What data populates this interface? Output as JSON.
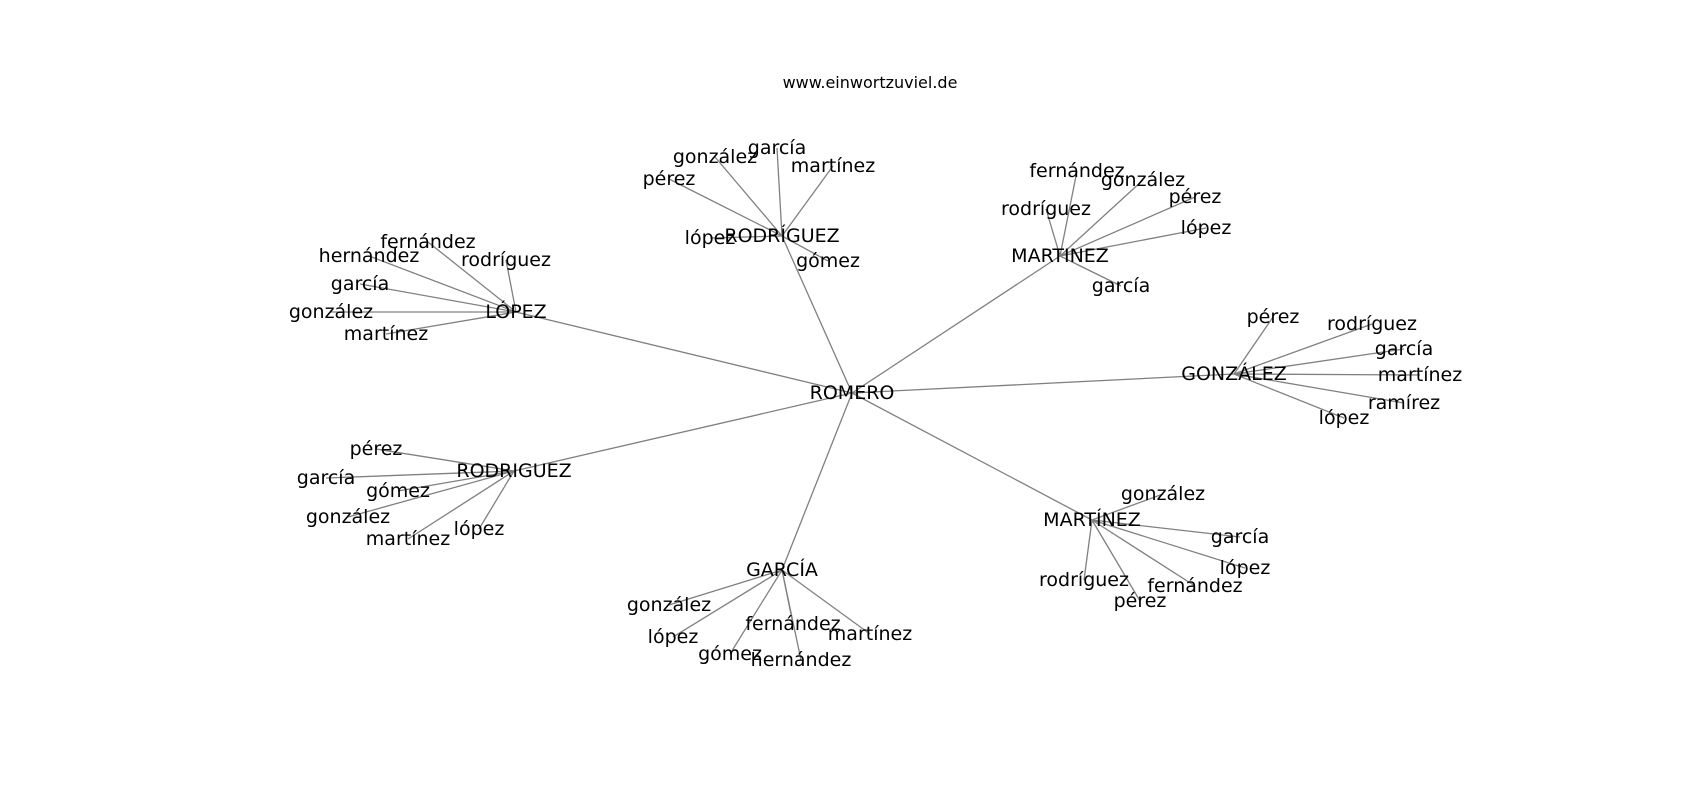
{
  "title": "www.einwortzuviel.de",
  "colors": {
    "edge": "#808080",
    "text": "#000000",
    "background": "#ffffff"
  },
  "graph": {
    "center": "ROMERO",
    "hubs": [
      {
        "label": "RODRÍGUEZ",
        "leaves": [
          "gonzález",
          "garcía",
          "martínez",
          "pérez",
          "lópez",
          "gómez"
        ]
      },
      {
        "label": "MARTINEZ",
        "leaves": [
          "fernández",
          "gonzález",
          "pérez",
          "rodríguez",
          "lópez",
          "garcía"
        ]
      },
      {
        "label": "LÓPEZ",
        "leaves": [
          "fernández",
          "hernández",
          "rodríguez",
          "garcía",
          "gonzález",
          "martínez"
        ]
      },
      {
        "label": "GONZÁLEZ",
        "leaves": [
          "pérez",
          "rodríguez",
          "garcía",
          "martínez",
          "ramírez",
          "lópez"
        ]
      },
      {
        "label": "RODRIGUEZ",
        "leaves": [
          "pérez",
          "garcía",
          "gómez",
          "gonzález",
          "martínez",
          "lópez"
        ]
      },
      {
        "label": "MARTÍNEZ",
        "leaves": [
          "gonzález",
          "garcía",
          "lópez",
          "rodríguez",
          "fernández",
          "pérez"
        ]
      },
      {
        "label": "GARCÍA",
        "leaves": [
          "gonzález",
          "lópez",
          "fernández",
          "martínez",
          "gómez",
          "hernández"
        ]
      }
    ]
  }
}
